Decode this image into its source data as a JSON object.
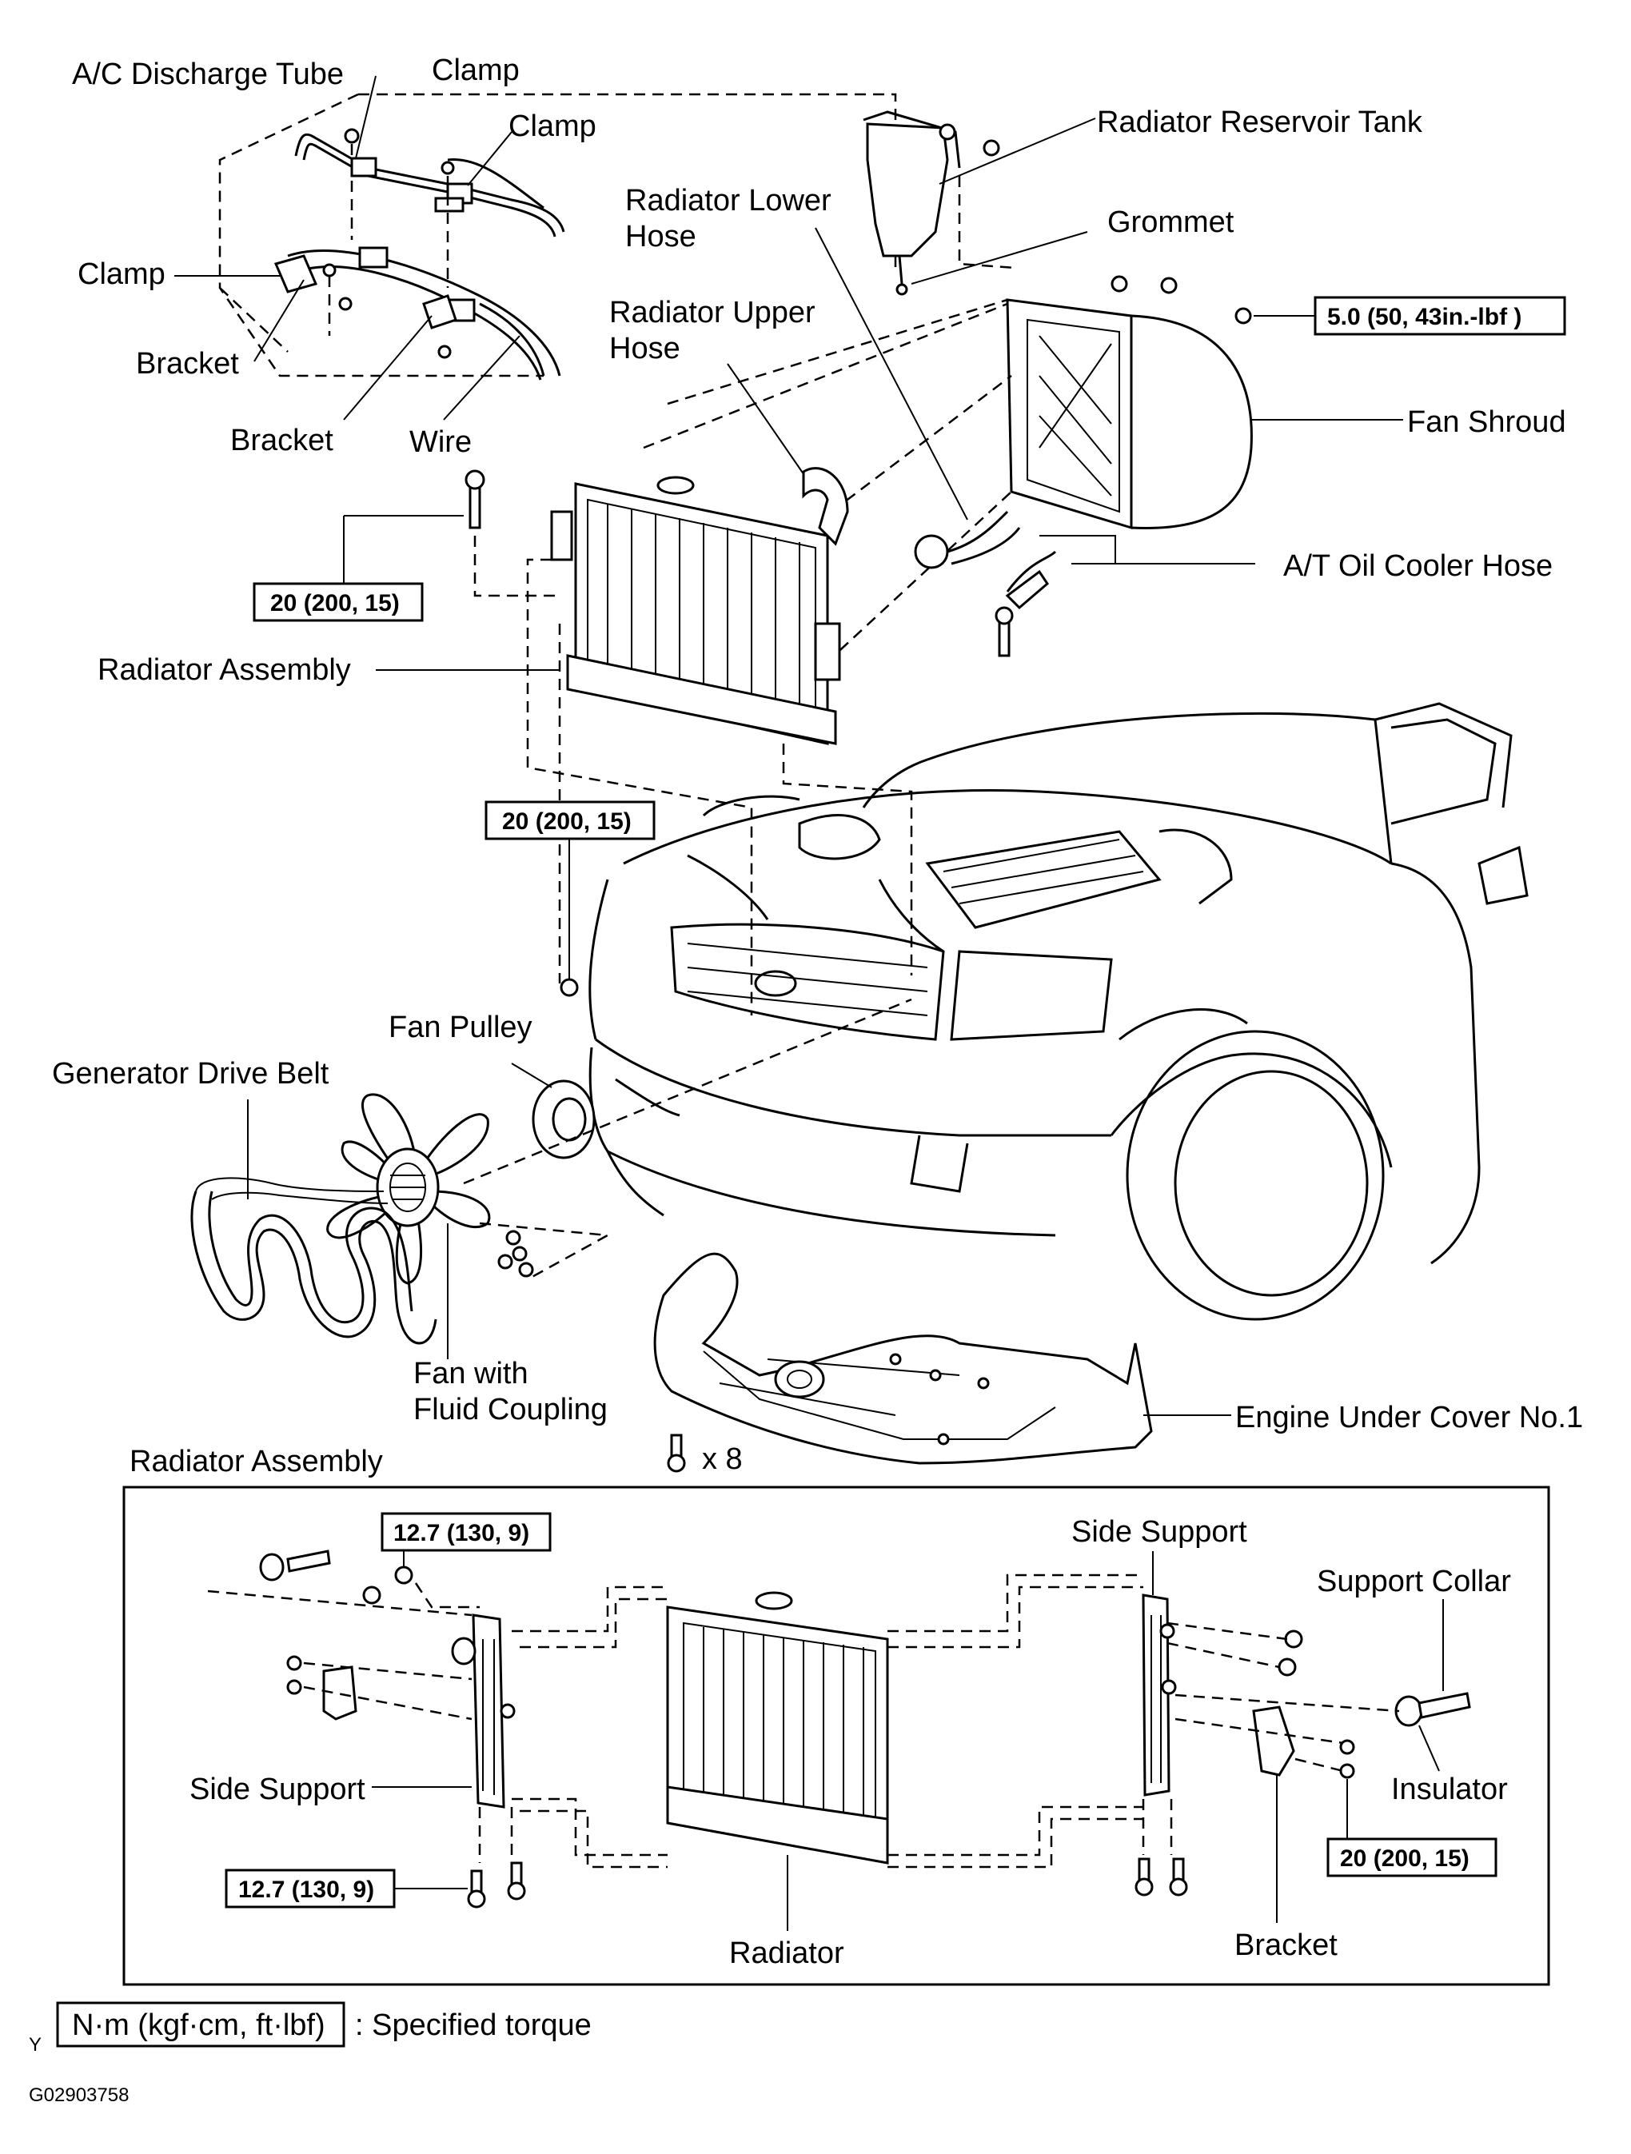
{
  "labels": {
    "ac_discharge_tube": "A/C Discharge Tube",
    "clamp_top": "Clamp",
    "clamp_right": "Clamp",
    "clamp_left": "Clamp",
    "bracket_upper": "Bracket",
    "bracket_lower": "Bracket",
    "wire": "Wire",
    "radiator_reservoir_tank": "Radiator Reservoir Tank",
    "radiator_lower_hose_l1": "Radiator Lower",
    "radiator_lower_hose_l2": "Hose",
    "grommet": "Grommet",
    "radiator_upper_hose_l1": "Radiator Upper",
    "radiator_upper_hose_l2": "Hose",
    "fan_shroud": "Fan Shroud",
    "at_oil_cooler_hose": "A/T Oil Cooler Hose",
    "radiator_assembly": "Radiator Assembly",
    "fan_pulley": "Fan Pulley",
    "generator_drive_belt": "Generator Drive Belt",
    "fan_with_fluid_coupling_l1": "Fan with",
    "fan_with_fluid_coupling_l2": "Fluid Coupling",
    "engine_under_cover": "Engine Under Cover No.1",
    "bolt_count": "x 8",
    "inset_title": "Radiator Assembly",
    "side_support_right": "Side Support",
    "support_collar": "Support Collar",
    "insulator": "Insulator",
    "side_support_left": "Side Support",
    "radiator": "Radiator",
    "bracket_inset": "Bracket"
  },
  "torques": {
    "shroud": "5.0 (50, 43in.-lbf )",
    "upper_bolt": "20 (200, 15)",
    "lower_bolt": "20 (200, 15)",
    "inset_top": "12.7 (130, 9)",
    "inset_bottom": "12.7 (130, 9)",
    "inset_right": "20 (200, 15)"
  },
  "legend": {
    "marker": "Y",
    "unit_box": "N·m (kgf·cm, ft·lbf)",
    "text": ": Specified torque"
  },
  "figure_code": "G02903758"
}
